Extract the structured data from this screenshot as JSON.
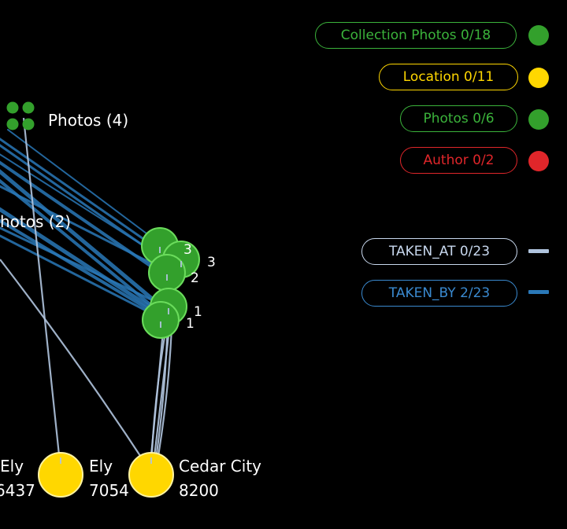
{
  "colors": {
    "background": "#000000",
    "collection_photos": "#33a02c",
    "location": "#ffd700",
    "photos": "#33a02c",
    "author": "#e0262a",
    "taken_at": "#b0c4de",
    "taken_by": "#2a78b8"
  },
  "legend": {
    "nodes": [
      {
        "label": "Collection Photos 0/18",
        "color": "#33a02c",
        "text_color": "#3bb33b"
      },
      {
        "label": "Location 0/11",
        "color": "#ffd700",
        "text_color": "#ffd700"
      },
      {
        "label": "Photos 0/6",
        "color": "#33a02c",
        "text_color": "#3bb33b"
      },
      {
        "label": "Author 0/2",
        "color": "#e0262a",
        "text_color": "#e0262a"
      }
    ],
    "edges": [
      {
        "label": "TAKEN_AT 0/23",
        "color": "#b0c4de",
        "text_color": "#c8d8ee"
      },
      {
        "label": "TAKEN_BY 2/23",
        "color": "#2a78b8",
        "text_color": "#3a8ad0"
      }
    ]
  },
  "graph": {
    "photos_group_label": "Photos (4)",
    "photos_group2_label": "hotos (2)",
    "photo_counts": [
      "3",
      "3",
      "2",
      "1",
      "1"
    ],
    "locations": [
      {
        "name": "Ely",
        "value": "6437"
      },
      {
        "name": "Ely",
        "value": "7054"
      },
      {
        "name": "Cedar City",
        "value": "8200"
      }
    ]
  }
}
